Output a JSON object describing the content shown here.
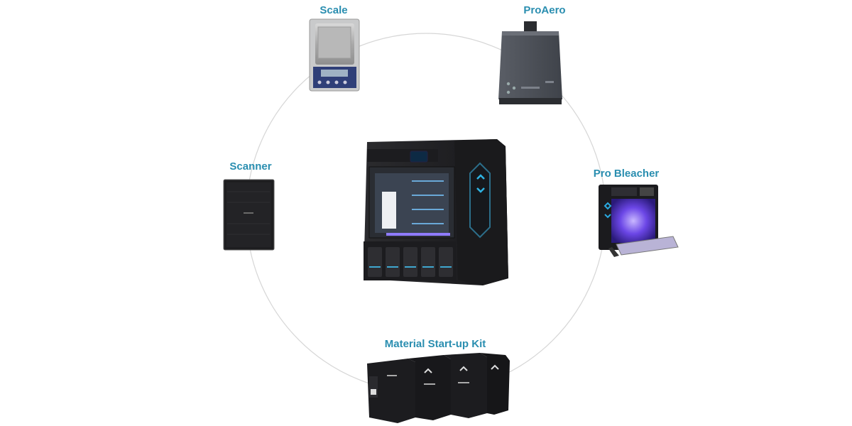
{
  "diagram": {
    "accent_color": "#2a8eb0",
    "ring_color": "#d6d6d6",
    "center": {
      "name": "3D Printer",
      "icon": "printer-icon"
    },
    "nodes": [
      {
        "key": "scale",
        "label": "Scale",
        "icon": "scale-icon"
      },
      {
        "key": "proaero",
        "label": "ProAero",
        "icon": "air-purifier-icon"
      },
      {
        "key": "scanner",
        "label": "Scanner",
        "icon": "scanner-icon"
      },
      {
        "key": "bleacher",
        "label": "Pro Bleacher",
        "icon": "uv-bleacher-icon"
      },
      {
        "key": "kit",
        "label": "Material Start-up Kit",
        "icon": "material-cartridge-icon"
      }
    ]
  }
}
